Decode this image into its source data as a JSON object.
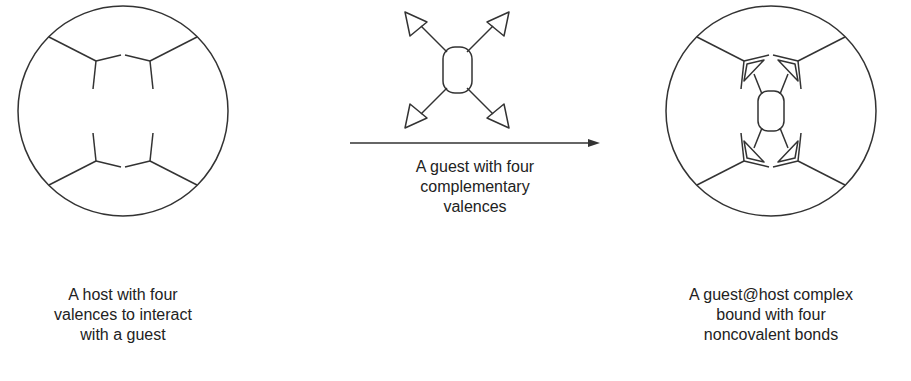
{
  "diagram": {
    "nodes": [
      {
        "text": [
          "A host with four valences to interact with a guest"
        ]
      },
      {
        "text": [
          "A guest@host complex bound with four noncovalent bonds"
        ]
      }
    ],
    "edges": [
      {
        "from": 0,
        "to": 1,
        "arrow": "to",
        "label": "A guest with four complementary valences"
      }
    ]
  }
}
